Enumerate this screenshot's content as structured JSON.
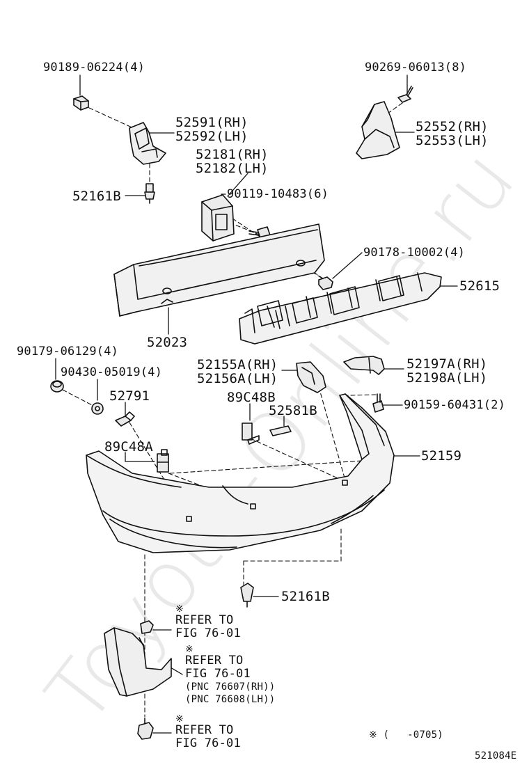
{
  "watermark": "Toyota-Online.ru",
  "part_labels": {
    "p90189": "90189-06224(4)",
    "p90269": "90269-06013(8)",
    "p52591": "52591(RH)",
    "p52592": "52592(LH)",
    "p52552": "52552(RH)",
    "p52553": "52553(LH)",
    "p52181": "52181(RH)",
    "p52182": "52182(LH)",
    "p90119": "90119-10483(6)",
    "p52161b_top": "52161B",
    "p90178": "90178-10002(4)",
    "p52615": "52615",
    "p52023": "52023",
    "p90179": "90179-06129(4)",
    "p90430": "90430-05019(4)",
    "p52791": "52791",
    "p52155a": "52155A(RH)",
    "p52156a": "52156A(LH)",
    "p89c48b": "89C48B",
    "p52581b": "52581B",
    "p52197a": "52197A(RH)",
    "p52198a": "52198A(LH)",
    "p90159": "90159-60431(2)",
    "p89c48a": "89C48A",
    "p52159": "52159",
    "p52161b_bottom": "52161B"
  },
  "references": {
    "ref1": {
      "mark": "※",
      "line1": "REFER TO",
      "line2": "FIG 76-01"
    },
    "ref2": {
      "mark": "※",
      "line1": "REFER TO",
      "line2": "FIG 76-01",
      "pnc1": "(PNC 76607(RH))",
      "pnc2": "(PNC 76608(LH))"
    },
    "ref3": {
      "mark": "※",
      "line1": "REFER TO",
      "line2": "FIG 76-01"
    }
  },
  "footnote": "※ (   -0705)",
  "figure_id": "521084E",
  "colors": {
    "ink": "#111111",
    "watermark": "#b4b4b4"
  }
}
